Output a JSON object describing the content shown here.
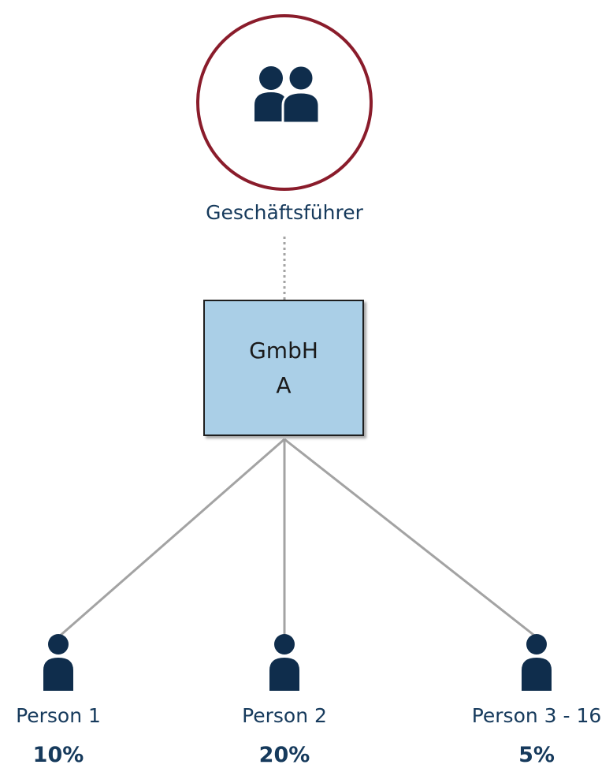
{
  "manager": {
    "label": "Geschäftsführer",
    "icon": "group-icon",
    "ring_color": "#8a1c2b"
  },
  "company": {
    "line1": "GmbH",
    "line2": "A",
    "fill_color": "#aacfe7"
  },
  "shareholders": [
    {
      "name": "Person 1",
      "share": "10%",
      "icon": "person-icon"
    },
    {
      "name": "Person 2",
      "share": "20%",
      "icon": "person-icon"
    },
    {
      "name": "Person 3 - 16",
      "share": "5%",
      "icon": "person-icon"
    }
  ],
  "colors": {
    "text": "#163a5c",
    "icon": "#0f2d4c",
    "connector": "#a3a3a3"
  }
}
